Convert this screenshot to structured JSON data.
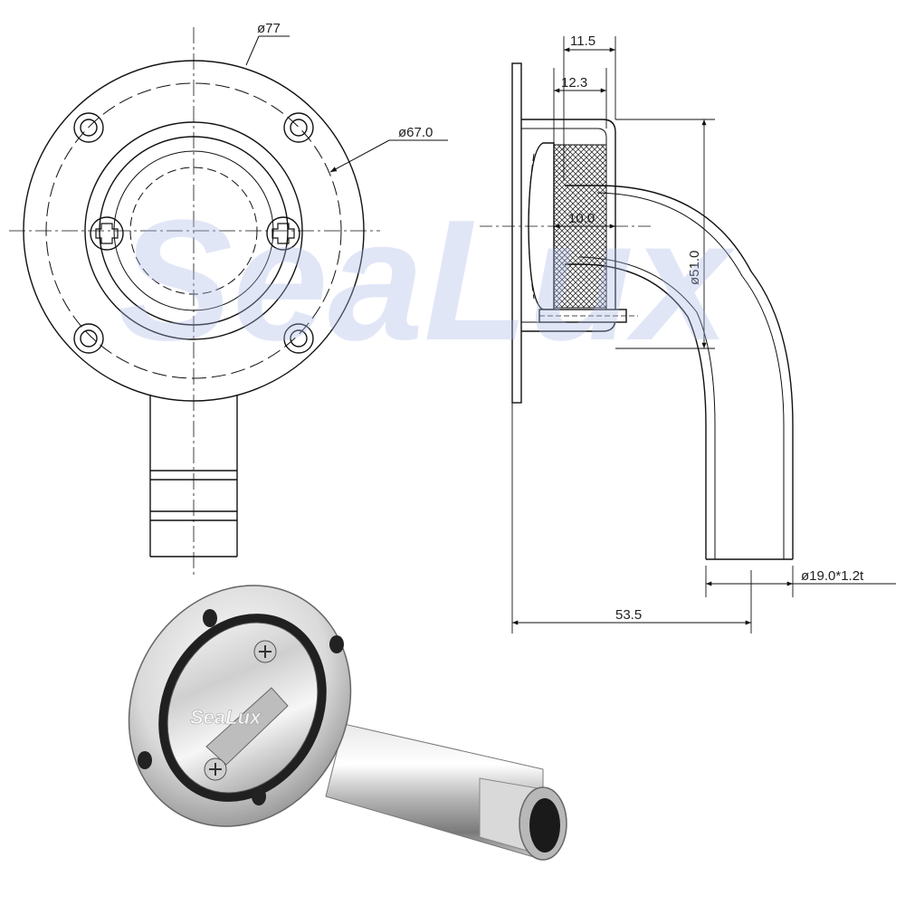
{
  "watermark": {
    "brand": "SeaLux",
    "color": "#aab8e8"
  },
  "front_view": {
    "dim_outer_diameter": "ø77",
    "dim_bolt_circle": "ø67.0"
  },
  "side_view": {
    "dim_flange_depth": "11.5",
    "dim_cap_depth": "12.3",
    "dim_inner_offset": "10.0",
    "dim_height": "ø51.0",
    "dim_tube": "ø19.0*1.2t",
    "dim_length": "53.5"
  },
  "photo": {
    "brand_label": "SeaLux"
  },
  "colors": {
    "line": "#111111",
    "hatch": "#333333",
    "steel_light": "#f2f2f2",
    "steel_dark": "#6d6d6d"
  }
}
